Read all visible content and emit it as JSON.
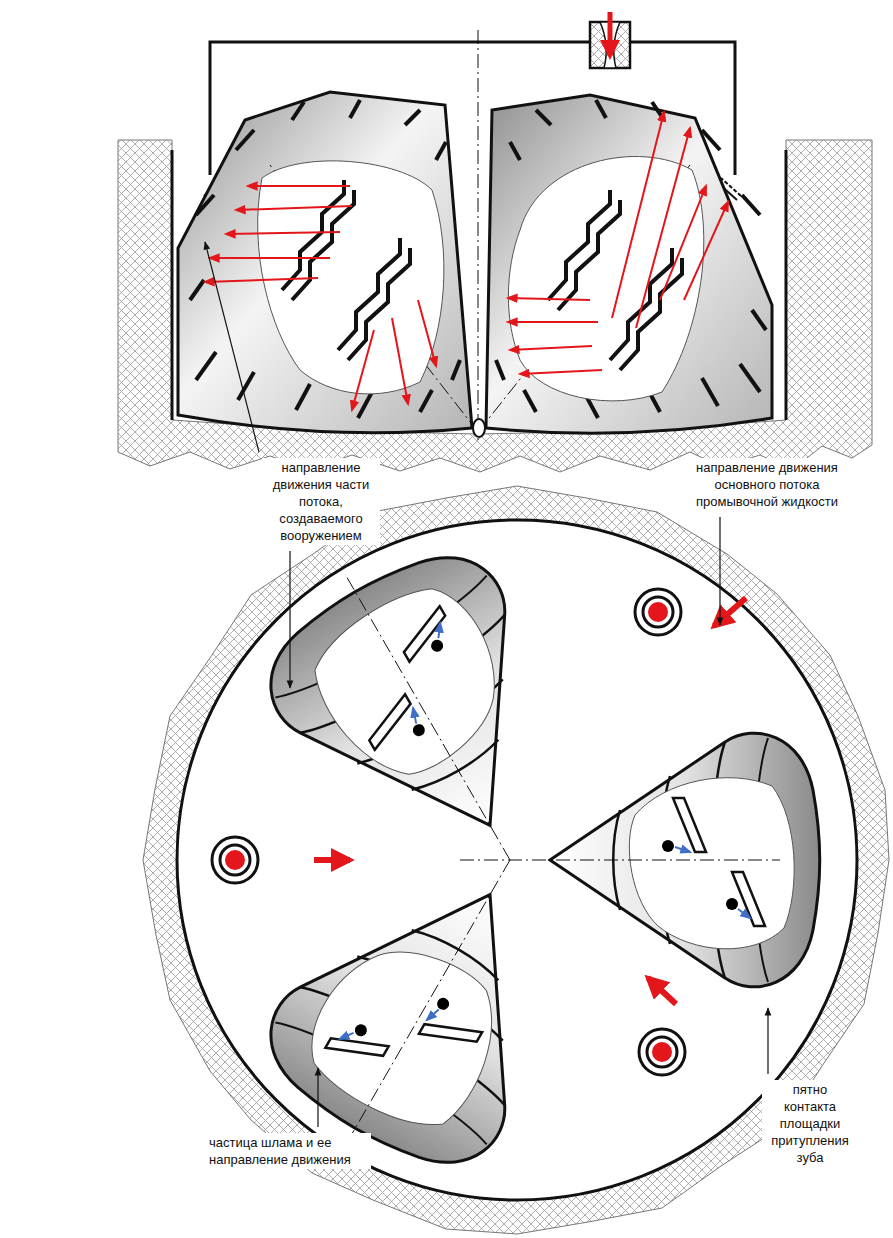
{
  "diagram": {
    "labels": [
      "направление движения части потока, создаваемого вооружением",
      "направление движения основного потока промывочной жидкости",
      "частица шлама и ее направление движения",
      "пятно контакта площадки притупления зуба"
    ]
  }
}
